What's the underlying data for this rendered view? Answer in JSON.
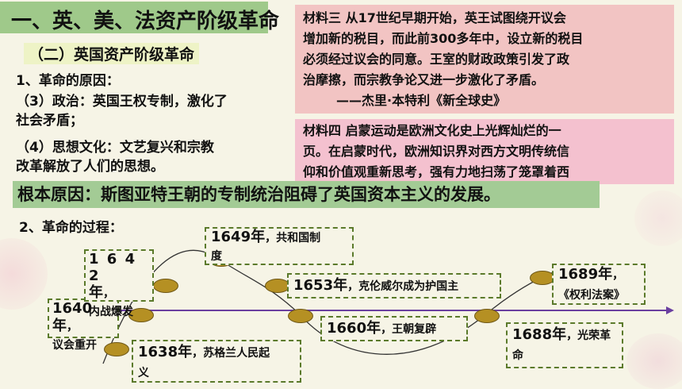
{
  "header": {
    "title": "一、英、美、法资产阶级革命",
    "subtitle": "（二）英国资产阶级革命"
  },
  "causes": {
    "heading": "1、革命的原因：",
    "political_1": "（3）政治：英国王权专制，激化了",
    "political_2": "社会矛盾；",
    "thought_1": "（4）思想文化：文艺复兴和宗教",
    "thought_2": "改革解放了人们的思想。"
  },
  "material3": {
    "line1": "材料三 从17世纪早期开始，英王试图绕开议会",
    "line2": "增加新的税目，而此前300多年中，设立新的税目",
    "line3": "必须经过议会的同意。王室的财政政策引发了政",
    "line4": "治摩擦，而宗教争论又进一步激化了矛盾。",
    "citation": "——杰里·本特利《新全球史》"
  },
  "material4": {
    "line1": "材料四 启蒙运动是欧洲文化史上光辉灿烂的一",
    "line2": "页。在启蒙时代，欧洲知识界对西方文明传统信",
    "line3": "仰和价值观重新思考，强有力地扫荡了笼罩着西"
  },
  "root_cause": "根本原因：斯图亚特王朝的专制统治阻碍了英国资本主义的发展。",
  "timeline": {
    "heading": "2、革命的过程：",
    "events": [
      {
        "year": "1638年",
        "desc": "，苏格兰人民起",
        "desc2": "义"
      },
      {
        "year": "1640年",
        "desc": "，",
        "desc2": "议会重开"
      },
      {
        "year": "1 6 4 2",
        "year2": "年",
        "desc": "，",
        "desc2": "内战爆发"
      },
      {
        "year": "1649年",
        "desc": "，共和国制",
        "desc2": "度"
      },
      {
        "year": "1653年",
        "desc": "，克伦威尔成为护国主"
      },
      {
        "year": "1660年",
        "desc": "，王朝复辟"
      },
      {
        "year": "1688年",
        "desc": "，光荣革",
        "desc2": "命"
      },
      {
        "year": "1689年",
        "desc": "，",
        "desc2": "《权利法案》"
      }
    ]
  },
  "colors": {
    "accent_green": "#9fc98a",
    "material3_bg": "#f2c4c3",
    "material4_bg": "#f4c1cf",
    "axis": "#6a3fa0",
    "node": "#b59023"
  }
}
